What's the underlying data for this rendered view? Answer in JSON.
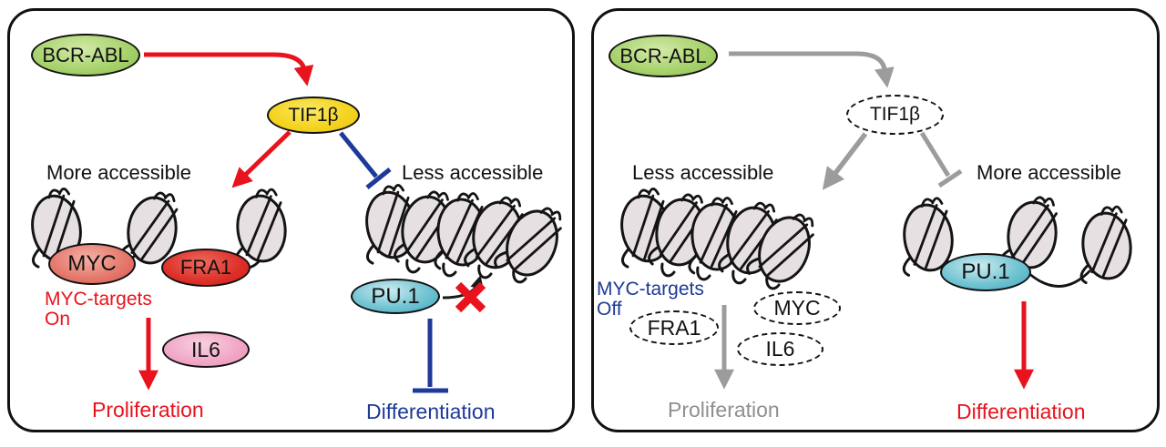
{
  "colors": {
    "red": "#e8131d",
    "blue": "#1e3a99",
    "gray_arrow": "#9c9c9c",
    "gray_text": "#8f8f8f",
    "green_node": "#a9d36f",
    "yellow_node": "#f4d422",
    "salmon_node": "#e4766a",
    "fra1_node": "#dd2f28",
    "pink_node": "#f0a6c5",
    "teal_node": "#72c4d2",
    "nucleosome_fill": "#e6e0e3"
  },
  "left_panel": {
    "bcr_abl": "BCR-ABL",
    "tif1b": "TIF1β",
    "more_accessible": "More accessible",
    "less_accessible": "Less accessible",
    "myc": "MYC",
    "fra1": "FRA1",
    "myc_targets": "MYC-targets",
    "myc_targets_state": "On",
    "il6": "IL6",
    "pu1": "PU.1",
    "proliferation": "Proliferation",
    "differentiation": "Differentiation"
  },
  "right_panel": {
    "bcr_abl": "BCR-ABL",
    "tif1b": "TIF1β",
    "less_accessible": "Less accessible",
    "more_accessible": "More accessible",
    "myc_targets": "MYC-targets",
    "myc_targets_state": "Off",
    "fra1": "FRA1",
    "myc": "MYC",
    "il6": "IL6",
    "pu1": "PU.1",
    "proliferation": "Proliferation",
    "differentiation": "Differentiation"
  }
}
